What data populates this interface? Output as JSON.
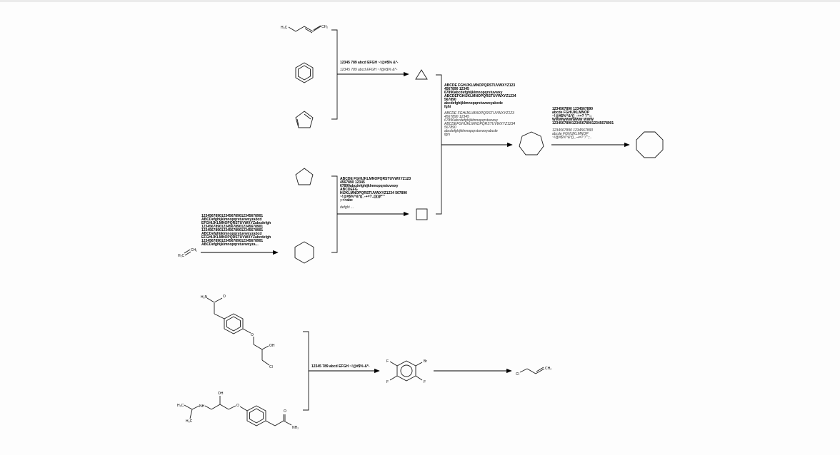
{
  "colors": {
    "oxygen": "#e5323b",
    "nitrogen": "#3a5ee6",
    "halogen_cl": "#3bbf3b",
    "halogen_f": "#d7b830",
    "bromine": "#b04a2a"
  },
  "atoms": {
    "pentadiene_h3c": "H₃C",
    "pentadiene_ch2": "CH₂",
    "ethylene_h2c": "H₂C",
    "ethylene_ch2": "CH₂",
    "amide1_h2n": "H₂N",
    "amide1_o": "O",
    "ether1_o": "O",
    "oh1": "OH",
    "cl1": "Cl",
    "h3c_a": "H₃C",
    "h3c_b": "H₃C",
    "nh": "NH",
    "oh2": "OH",
    "ether2_o": "O",
    "amide2_o": "O",
    "amide2_nh2": "NH₂",
    "f_top": "F",
    "f_bottom": "F",
    "f_right": "F",
    "br": "Br",
    "allyl_cl": "Cl",
    "allyl_ch2": "CH₂"
  },
  "labels": {
    "arrow1_above": "12345 789 abcd EFGH ~!@#$% &*-",
    "arrow1_below": "12345 789 abcd EFGH ~!@#$% &*-",
    "arrow2_above": [
      "ABCDE FGHIJKLMNOPQRSTUVWXYZ123",
      "4567890 12345",
      "67890abcdefghijklmnopqrstuvwxy",
      "ABCDEFG",
      "HIJKLMNOPQRSTUVWXYZ1234 567890",
      "~!@#$%^&*()_-+=?..[]{}|\\*'\"",
      ";:<>abc"
    ],
    "arrow2_below": "defghi ...",
    "arrow3_above": [
      "1234567890123456789012345678901",
      "ABCDefghijklmnopqrstuvwxyzabcd",
      "EFGHIJKLMNOPQRSTUVWXYZabcdefgh",
      "1234567890123456789012345678901",
      "1234567890123456789012345678901",
      "ABCDefghijklmnopqrstuvwxyzabcd",
      "EFGHIJKLMNOPQRSTUVWXYZabcdefgh",
      "1234567890123456789012345678901",
      "ABCDefghijklmnopqrstuvwxyza..."
    ],
    "arrow4_above": [
      "ABCDE FGHIJKLMNOPQRSTUVWXYZ123",
      "4567890 12345",
      "67890abcdefghijklmnopqrstuvwxy",
      "ABCDEFGHIJKLMNOPQRSTUVWXYZ1234",
      "567890",
      "abcdefghijklmnopqrstuvwxyabcde",
      "fghi"
    ],
    "arrow4_below": [
      "ABCDE FGHIJKLMNOPQRSTUVWXYZ123",
      "4567890 12345",
      "67890abcdefghijklmnopqrstuvwxy",
      "ABCDEFGHIJKLMNOPQRSTUVWXYZ1234",
      "567890",
      "abcdefghijklmnopqrstuvwxyabcde",
      "fghi"
    ],
    "arrow5_above": [
      "1234567890 1234567890",
      "abcde FGHIJKLMNOP",
      "~!@#$%^&*()_-+=? '/\"':;",
      "WWWWWWWWW WWW",
      "1234567890123456789012345678901"
    ],
    "arrow5_below": [
      "1234567890 1234567890",
      "abcde FGHIJKLMNOP",
      "~!@#$%^&*()_-+=? '/\"':;.."
    ],
    "arrow6_above": "12345 789 abcd EFGH ~!@#$% &*-"
  }
}
